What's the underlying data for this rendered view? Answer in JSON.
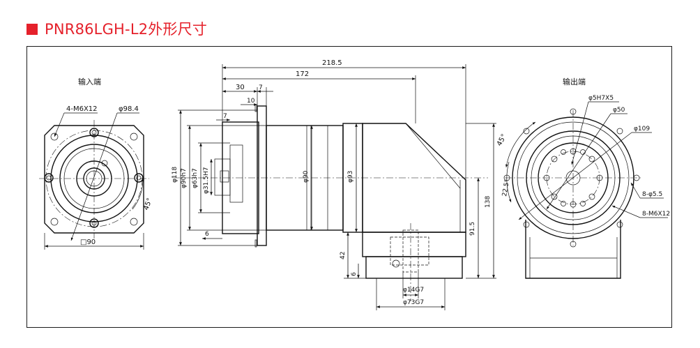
{
  "header": {
    "title": "PNR86LGH-L2外形尺寸",
    "accent": "#e5212b"
  },
  "views": {
    "input": {
      "label": "输入端",
      "dims": {
        "holes": "4-M6X12",
        "pcd": "φ98.4",
        "angle": "45°",
        "square": "□90"
      }
    },
    "side": {
      "dims": {
        "overall": "218.5",
        "length": "172",
        "flange": "30",
        "d7_top": "7",
        "d10": "10",
        "d7_left": "7",
        "d6": "6",
        "d118": "φ118",
        "d90h7": "φ90h7",
        "d63h7": "φ63h7",
        "d31_5h7": "φ31.5H7",
        "d90": "φ90",
        "d93": "φ93",
        "d138": "138",
        "d91_5": "91.5",
        "d42": "42",
        "d6_bot": "6",
        "d14g7": "φ14G7",
        "d73g7": "φ73G7"
      }
    },
    "output": {
      "label": "输出端",
      "dims": {
        "keyway": "φ5H7X5",
        "d50": "φ50",
        "d109": "φ109",
        "angle45": "45°",
        "angle22": "22.5°",
        "holes_small": "8-φ5.5",
        "holes_thread": "8-M6X12"
      }
    }
  }
}
